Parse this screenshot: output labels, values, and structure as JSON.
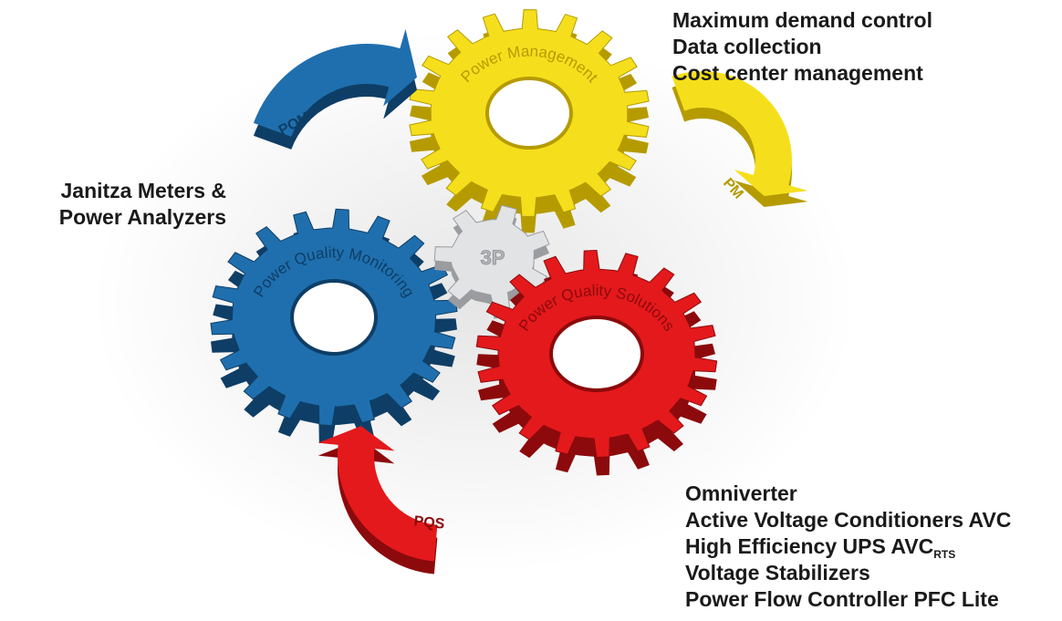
{
  "gears": [
    {
      "id": "pm",
      "label": "Power Management",
      "color": "#f5df1c",
      "dark": "#b59b00"
    },
    {
      "id": "pqm",
      "label": "Power Quality Monitoring",
      "color": "#1f6fae",
      "dark": "#0e3e66"
    },
    {
      "id": "pqs",
      "label": "Power Quality Solutions",
      "color": "#e4191c",
      "dark": "#8c0a0c"
    },
    {
      "id": "3p",
      "label": "3P",
      "color": "#e2e3e5",
      "dark": "#9a9ca0"
    }
  ],
  "arrows": [
    {
      "id": "pqm",
      "label": "PQM",
      "color": "#1f6fae",
      "dark": "#0e3e66"
    },
    {
      "id": "pm",
      "label": "PM",
      "color": "#f5df1c",
      "dark": "#b59b00"
    },
    {
      "id": "pqs",
      "label": "PQS",
      "color": "#e4191c",
      "dark": "#8c0a0c"
    }
  ],
  "texts": {
    "pm": [
      "Maximum demand control",
      "Data collection",
      "Cost center management"
    ],
    "pqm": [
      "Janitza Meters &",
      "Power Analyzers"
    ],
    "pqs": {
      "line1": "Omniverter",
      "line2": "Active Voltage Conditioners AVC",
      "line3_prefix": "High Efficiency UPS  AVC",
      "line3_sub": "RTS",
      "line4": "Voltage Stabilizers",
      "line5": "Power Flow Controller PFC Lite"
    }
  }
}
